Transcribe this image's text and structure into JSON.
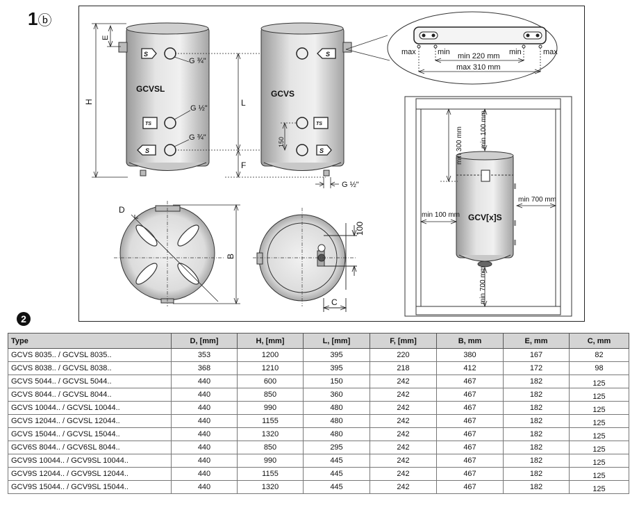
{
  "figure": {
    "number": "1",
    "sub": "ⓑ"
  },
  "diagram": {
    "gcvsl_label": "GCVSL",
    "gcvs_label": "GCVS",
    "gcvxs_label": "GCV[x]S",
    "dim_E": "E",
    "dim_H": "H",
    "dim_L": "L",
    "dim_F": "F",
    "dim_D": "D",
    "dim_B": "B",
    "dim_C": "C",
    "dim_150": "150",
    "dim_100": "100",
    "thread_g34_top": "G ¾\"",
    "thread_g12": "G ½\"",
    "thread_g34_bottom": "G ¾\"",
    "thread_g12_right": "G ½\"",
    "badge_s": "S",
    "badge_ts": "TS",
    "bracket_max_left": "max",
    "bracket_min_left": "min",
    "bracket_min_right": "min",
    "bracket_max_right": "max",
    "bracket_min220": "min 220 mm",
    "bracket_max310": "max 310 mm",
    "clr_min300": "min 300 mm",
    "clr_min100_top": "min 100 mm",
    "clr_min100_left": "min 100 mm",
    "clr_min700_right": "min 700 mm",
    "clr_min700_bottom": "min 700 mm"
  },
  "table_number": "2",
  "table": {
    "headers": [
      "Type",
      "D, [mm]",
      "H, [mm]",
      "L, [mm]",
      "F, [mm]",
      "B, mm",
      "E, mm",
      "C, mm"
    ],
    "rows": [
      [
        "GCVS 8035.. / GCVSL 8035..",
        "353",
        "1200",
        "395",
        "220",
        "380",
        "167",
        "82"
      ],
      [
        "GCVS 8038.. / GCVSL 8038..",
        "368",
        "1210",
        "395",
        "218",
        "412",
        "172",
        "98"
      ],
      [
        "GCVS 5044.. / GCVSL 5044..",
        "440",
        "600",
        "150",
        "242",
        "467",
        "182",
        "125"
      ],
      [
        "GCVS 8044.. / GCVSL 8044..",
        "440",
        "850",
        "360",
        "242",
        "467",
        "182",
        "125"
      ],
      [
        "GCVS 10044.. / GCVSL 10044..",
        "440",
        "990",
        "480",
        "242",
        "467",
        "182",
        "125"
      ],
      [
        "GCVS 12044.. / GCVSL 12044..",
        "440",
        "1155",
        "480",
        "242",
        "467",
        "182",
        "125"
      ],
      [
        "GCVS 15044.. / GCVSL 15044..",
        "440",
        "1320",
        "480",
        "242",
        "467",
        "182",
        "125"
      ],
      [
        "GCV6S 8044.. / GCV6SL 8044..",
        "440",
        "850",
        "295",
        "242",
        "467",
        "182",
        "125"
      ],
      [
        "GCV9S 10044.. / GCV9SL 10044..",
        "440",
        "990",
        "445",
        "242",
        "467",
        "182",
        "125"
      ],
      [
        "GCV9S 12044.. / GCV9SL 12044..",
        "440",
        "1155",
        "445",
        "242",
        "467",
        "182",
        "125"
      ],
      [
        "GCV9S 15044.. / GCV9SL 15044..",
        "440",
        "1320",
        "445",
        "242",
        "467",
        "182",
        "125"
      ]
    ]
  }
}
